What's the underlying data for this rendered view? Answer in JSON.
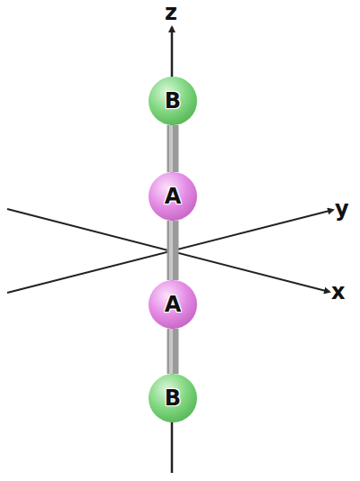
{
  "diagram": {
    "nodes": [
      {
        "text": [
          "B"
        ]
      },
      {
        "text": [
          "A"
        ]
      },
      {
        "text": [
          "A"
        ]
      },
      {
        "text": [
          "B"
        ]
      }
    ],
    "edges": [
      {
        "from": 0,
        "to": 1,
        "arrow": "none"
      },
      {
        "from": 1,
        "to": 2,
        "arrow": "none"
      },
      {
        "from": 2,
        "to": 3,
        "arrow": "none"
      }
    ],
    "labels": [
      "z",
      "y",
      "x"
    ]
  }
}
